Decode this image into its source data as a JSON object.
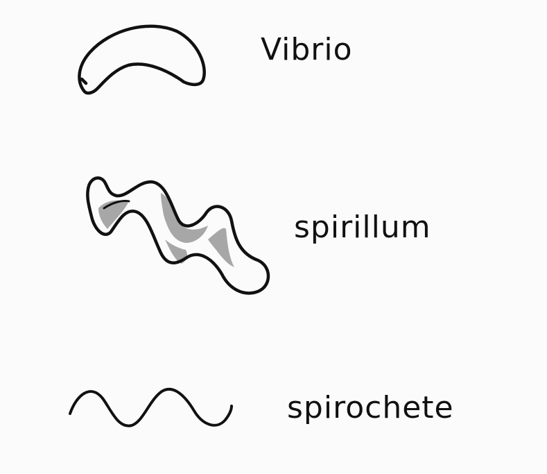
{
  "diagram": {
    "background": "#fbfbfb",
    "ink_color": "#111111",
    "shade_color": "#8c8c8c",
    "items": [
      {
        "id": "vibrio",
        "label": "Vibrio",
        "icon": "vibrio-shape-icon"
      },
      {
        "id": "spirillum",
        "label": "spirillum",
        "icon": "spirillum-shape-icon"
      },
      {
        "id": "spirochete",
        "label": "spirochete",
        "icon": "spirochete-shape-icon"
      }
    ]
  }
}
